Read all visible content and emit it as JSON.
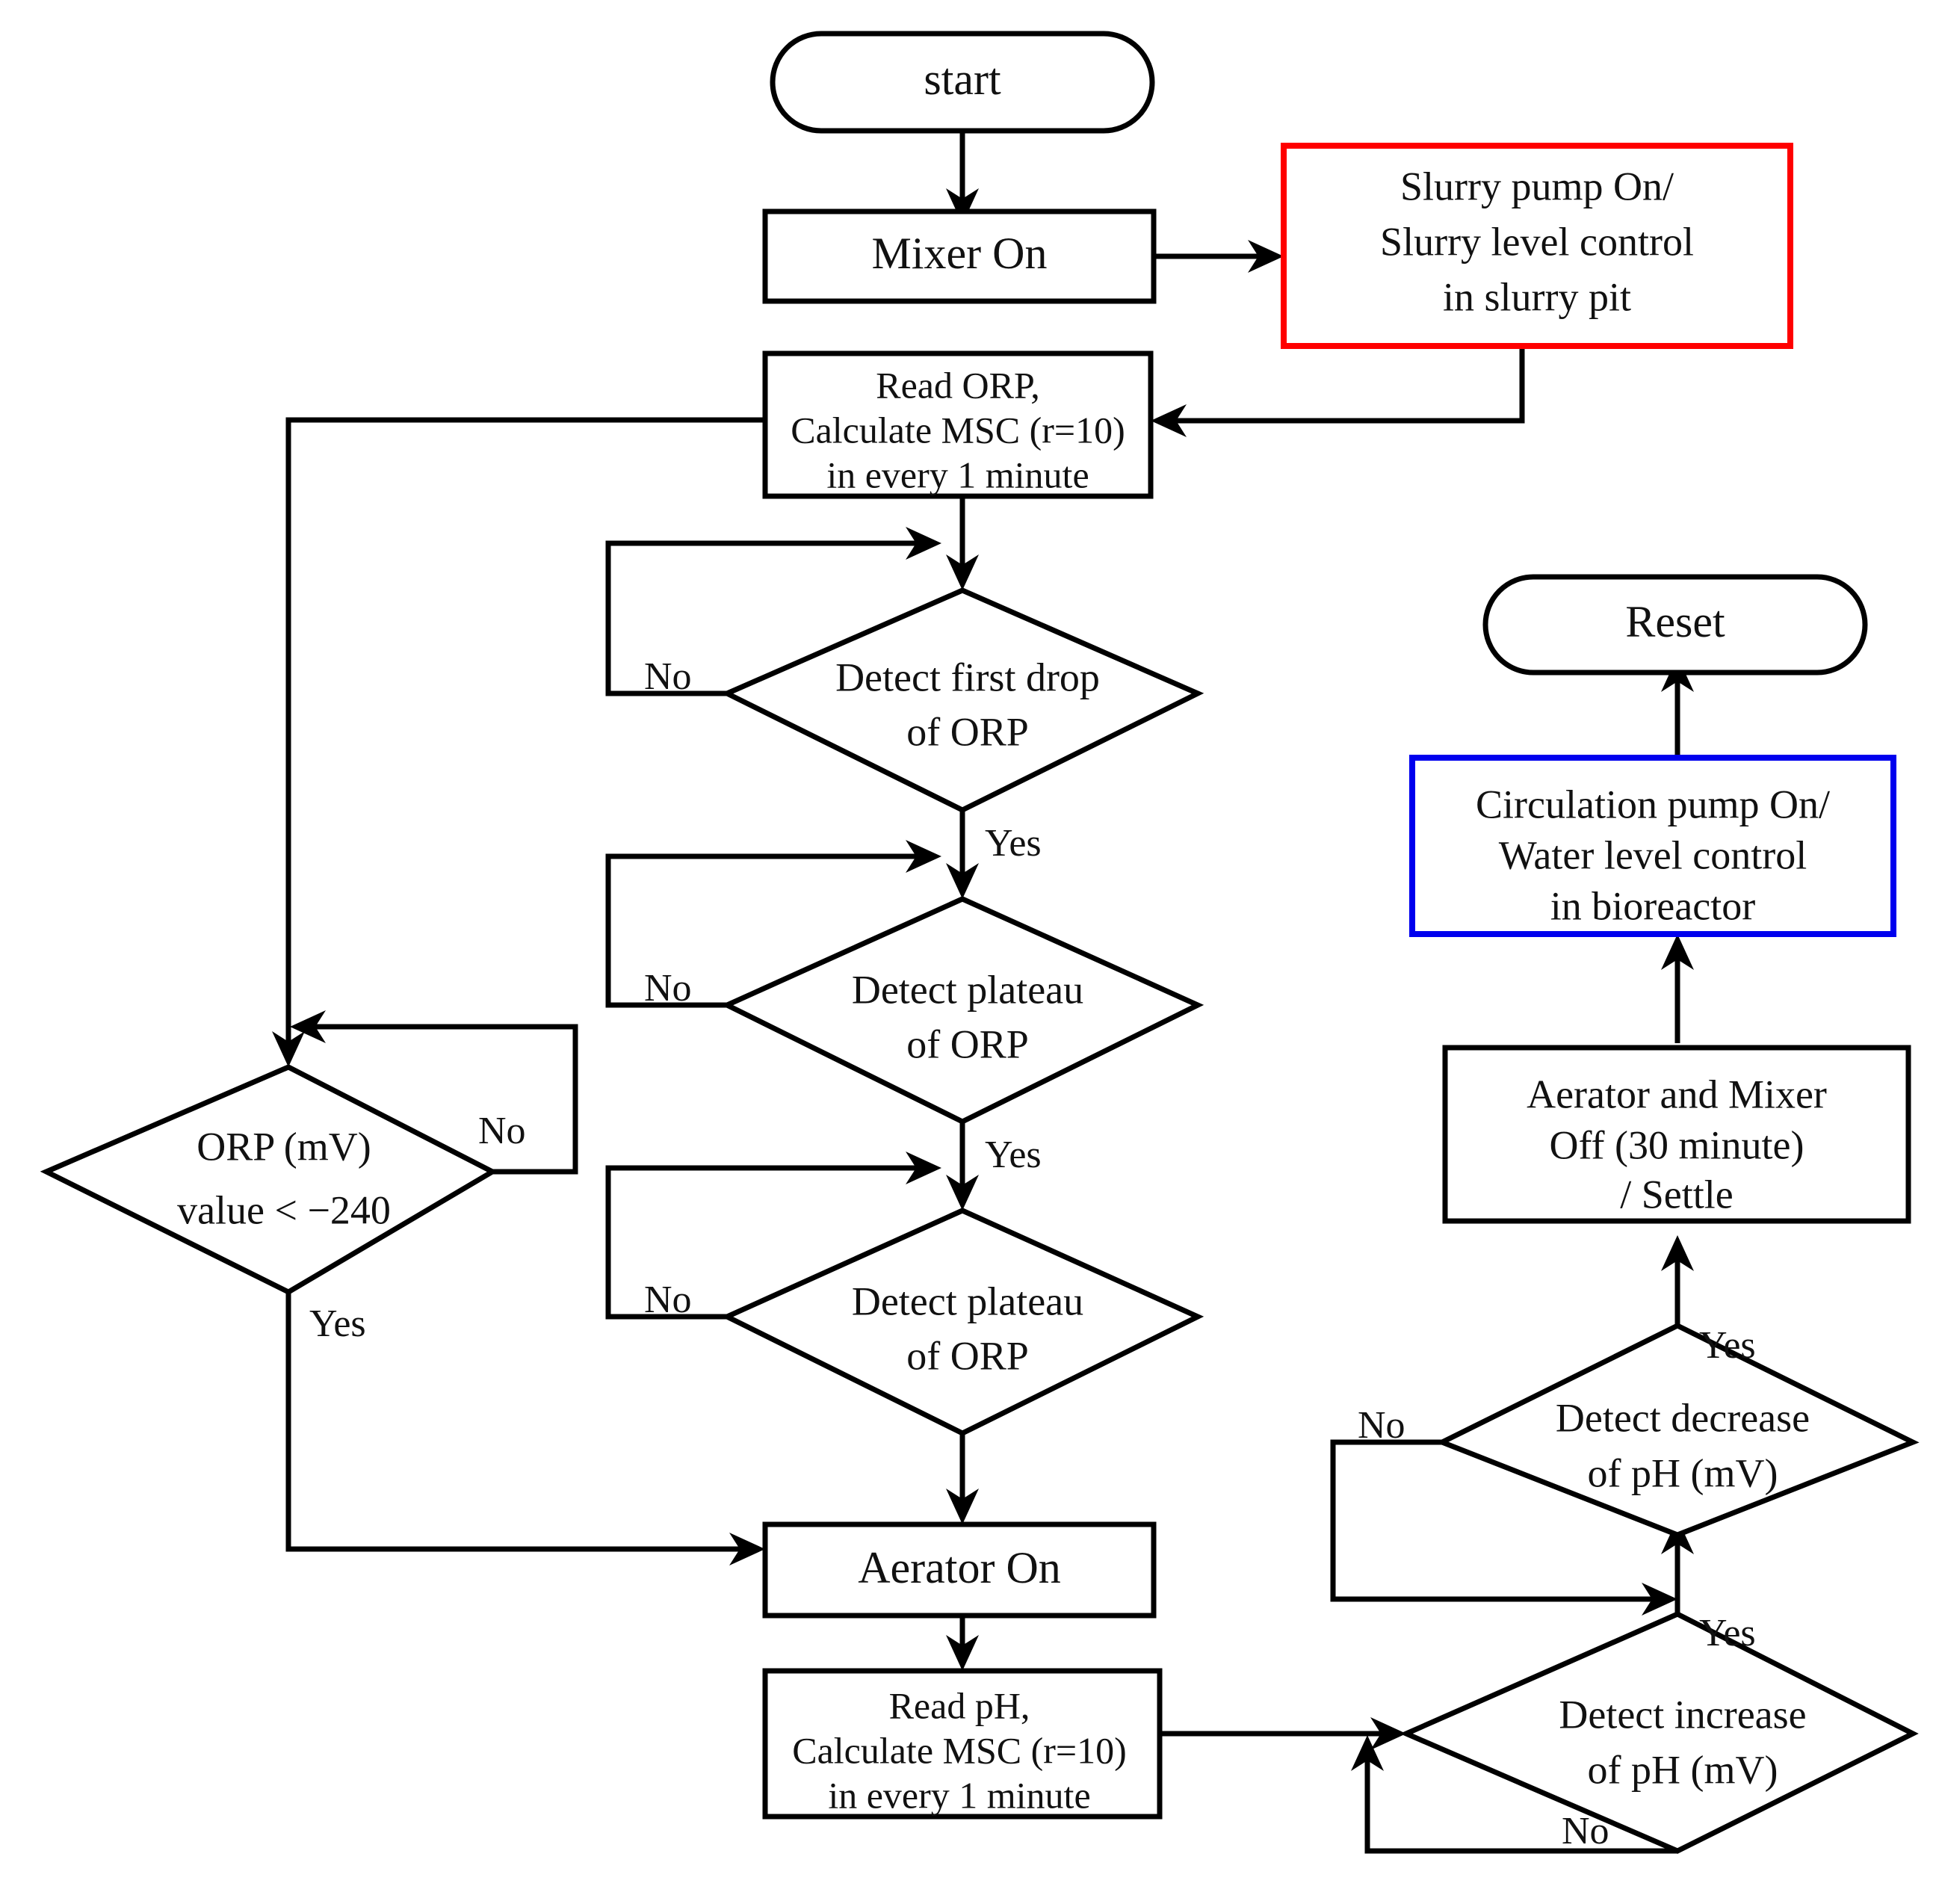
{
  "diagram": {
    "title": "Bioreactor ORP/pH control flowchart",
    "colors": {
      "outline": "#000000",
      "highlight_red": "#ff0000",
      "highlight_blue": "#0000ee",
      "background": "#ffffff"
    },
    "nodes": {
      "start": {
        "label": "start",
        "shape": "terminator"
      },
      "mixer_on": {
        "label": "Mixer On",
        "shape": "process"
      },
      "slurry_pump": {
        "shape": "process",
        "accent": "#ff0000",
        "line1": "Slurry pump On/",
        "line2": "Slurry level control",
        "line3": "in slurry pit"
      },
      "read_orp": {
        "shape": "process",
        "line1": "Read ORP,",
        "line2": "Calculate MSC (r=10)",
        "line3": "in  every 1 minute"
      },
      "detect_first_drop": {
        "shape": "decision",
        "line1": "Detect first drop",
        "line2": "of ORP"
      },
      "detect_plateau_1": {
        "shape": "decision",
        "line1": "Detect plateau",
        "line2": "of ORP"
      },
      "detect_plateau_2": {
        "shape": "decision",
        "line1": "Detect plateau",
        "line2": "of ORP"
      },
      "orp_threshold": {
        "shape": "decision",
        "line1": "ORP (mV)",
        "line2": "value < −240"
      },
      "aerator_on": {
        "label": "Aerator On",
        "shape": "process"
      },
      "read_ph": {
        "shape": "process",
        "line1": "Read pH,",
        "line2": "Calculate MSC (r=10)",
        "line3": "in  every 1 minute"
      },
      "detect_increase_ph": {
        "shape": "decision",
        "line1": "Detect increase",
        "line2": "of pH (mV)"
      },
      "detect_decrease_ph": {
        "shape": "decision",
        "line1": "Detect decrease",
        "line2": "of pH (mV)"
      },
      "aerator_mixer_off": {
        "shape": "process",
        "line1": "Aerator and Mixer",
        "line2": "Off (30 minute)",
        "line3": "/ Settle"
      },
      "circulation_pump": {
        "shape": "process",
        "accent": "#0000ee",
        "line1": "Circulation pump On/",
        "line2": "Water level control",
        "line3": "in bioreactor"
      },
      "reset": {
        "label": "Reset",
        "shape": "terminator"
      }
    },
    "edge_labels": {
      "first_drop_no": "No",
      "first_drop_yes": "Yes",
      "plateau1_no": "No",
      "plateau1_yes": "Yes",
      "plateau2_no": "No",
      "orp_threshold_no": "No",
      "orp_threshold_yes": "Yes",
      "increase_ph_no": "No",
      "increase_ph_yes": "Yes",
      "decrease_ph_no": "No",
      "decrease_ph_yes": "Yes"
    }
  }
}
